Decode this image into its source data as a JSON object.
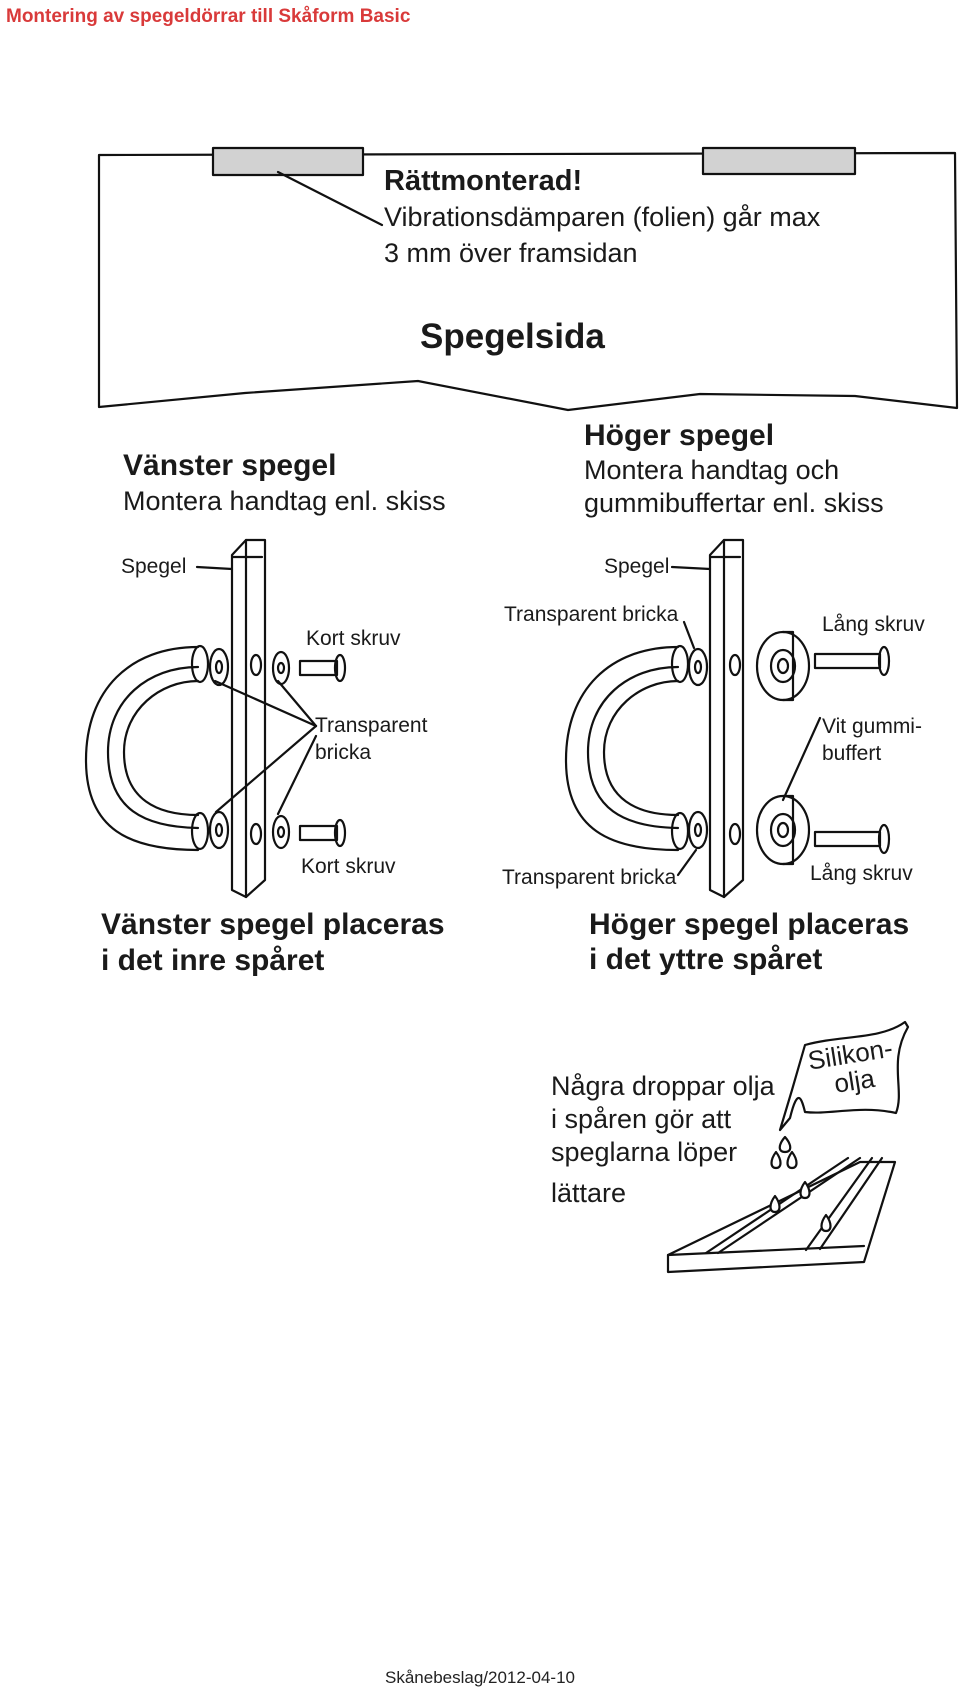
{
  "page_title": "Montering av spegeldörrar till Skåform Basic",
  "top_note": {
    "heading": "Rättmonterad!",
    "line1": "Vibrationsdämparen (folien) går max",
    "line2": "3 mm över framsidan"
  },
  "mirror_side_label": "Spegelsida",
  "left": {
    "heading": "Vänster spegel",
    "sub": "Montera handtag enl. skiss",
    "label_spegel": "Spegel",
    "label_kort_skruv_top": "Kort skruv",
    "label_transparent_line1": "Transparent",
    "label_transparent_line2": "bricka",
    "label_kort_skruv_bottom": "Kort skruv",
    "placement_line1": "Vänster spegel placeras",
    "placement_line2": "i det inre spåret"
  },
  "right": {
    "heading": "Höger spegel",
    "sub_line1": "Montera handtag  och",
    "sub_line2": "gummibuffertar enl. skiss",
    "label_spegel": "Spegel",
    "label_transparent_top": "Transparent bricka",
    "label_lang_skruv_top": "Lång skruv",
    "label_vit_line1": "Vit gummi-",
    "label_vit_line2": "buffert",
    "label_transparent_bottom": "Transparent bricka",
    "label_lang_skruv_bottom": "Lång skruv",
    "placement_line1": "Höger spegel placeras",
    "placement_line2": "i det yttre spåret"
  },
  "oil": {
    "line1": "Några droppar olja",
    "line2": "i spåren gör att",
    "line3": "speglarna löper",
    "line4": "lättare",
    "bottle_line1": "Silikon-",
    "bottle_line2": "olja"
  },
  "footer": "Skånebeslag/2012-04-10"
}
